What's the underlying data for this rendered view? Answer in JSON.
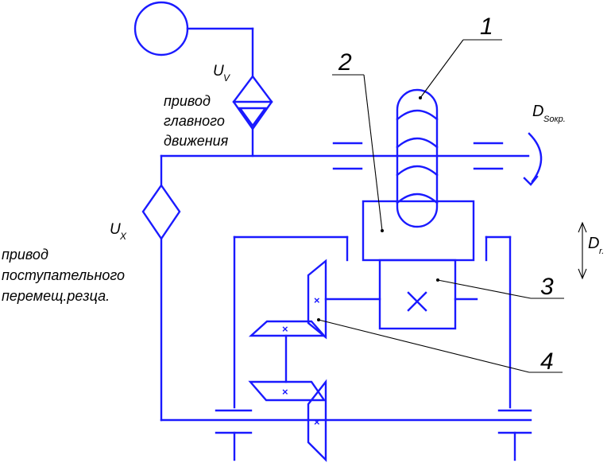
{
  "labels": {
    "uv_main": "U",
    "uv_sub": "V",
    "ux_main": "U",
    "ux_sub": "X",
    "main_drive": [
      "привод",
      "главного",
      "движения"
    ],
    "feed_drive": [
      "привод",
      "поступательного",
      "перемещ.резца."
    ],
    "ds_main": "D",
    "ds_sub": "Sокр.",
    "dr_main": "D",
    "dr_sub": "r."
  },
  "callouts": {
    "n1": "1",
    "n2": "2",
    "n3": "3",
    "n4": "4"
  },
  "gear_marks": {
    "x": "×"
  },
  "colors": {
    "lines": "#1a1aff",
    "leaders": "#000000"
  }
}
